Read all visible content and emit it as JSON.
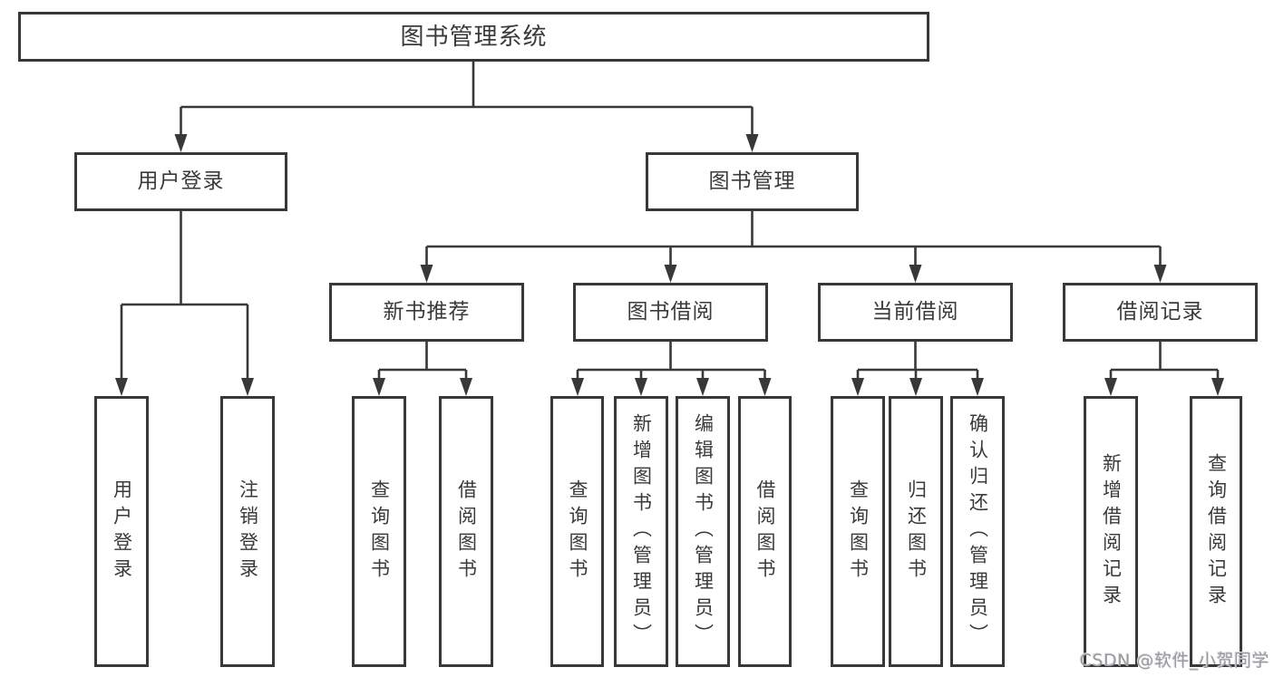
{
  "diagram": {
    "type": "hierarchy-tree",
    "title": "图书管理系统",
    "watermark": "CSDN @软件_小贺同学",
    "colors": {
      "line": "#383838",
      "box_border": "#383838",
      "box_background": "#ffffff",
      "text": "#3a3a3a",
      "watermark": "#9b9b9f",
      "page_background": "#ffffff"
    },
    "nodes": {
      "root": {
        "label": "图书管理系统"
      },
      "login": {
        "label": "用户登录"
      },
      "mgmt": {
        "label": "图书管理"
      },
      "rec": {
        "label": "新书推荐"
      },
      "borrow": {
        "label": "图书借阅"
      },
      "current": {
        "label": "当前借阅"
      },
      "records": {
        "label": "借阅记录"
      },
      "login_c1": {
        "label": "用户登录"
      },
      "login_c2": {
        "label": "注销登录"
      },
      "rec_c1": {
        "label": "查询图书"
      },
      "rec_c2": {
        "label": "借阅图书"
      },
      "borrow_c1": {
        "label": "查询图书"
      },
      "borrow_c2": {
        "label": "新增图书（管理员）"
      },
      "borrow_c3": {
        "label": "编辑图书（管理员）"
      },
      "borrow_c4": {
        "label": "借阅图书"
      },
      "current_c1": {
        "label": "查询图书"
      },
      "current_c2": {
        "label": "归还图书"
      },
      "current_c3": {
        "label": "确认归还（管理员）"
      },
      "records_c1": {
        "label": "新增借阅记录"
      },
      "records_c2": {
        "label": "查询借阅记录"
      }
    },
    "hierarchy": {
      "图书管理系统": {
        "用户登录": [
          "用户登录",
          "注销登录"
        ],
        "图书管理": {
          "新书推荐": [
            "查询图书",
            "借阅图书"
          ],
          "图书借阅": [
            "查询图书",
            "新增图书（管理员）",
            "编辑图书（管理员）",
            "借阅图书"
          ],
          "当前借阅": [
            "查询图书",
            "归还图书",
            "确认归还（管理员）"
          ],
          "借阅记录": [
            "新增借阅记录",
            "查询借阅记录"
          ]
        }
      }
    }
  }
}
